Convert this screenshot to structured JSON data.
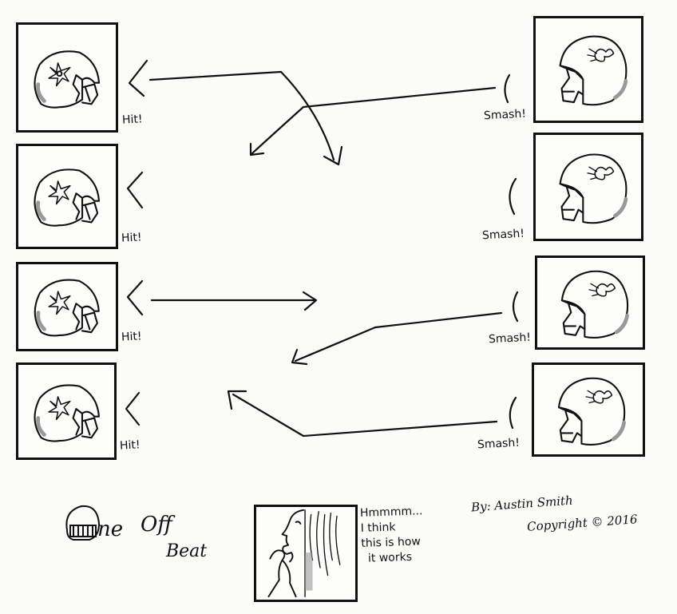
{
  "left_panels": [
    {
      "label": "Hit!",
      "icon": "star-helmet-icon"
    },
    {
      "label": "Hit!",
      "icon": "star-helmet-icon"
    },
    {
      "label": "Hit!",
      "icon": "star-helmet-icon"
    },
    {
      "label": "Hit!",
      "icon": "star-helmet-icon"
    }
  ],
  "right_panels": [
    {
      "label": "Smash!",
      "icon": "bird-helmet-icon"
    },
    {
      "label": "Smash!",
      "icon": "bird-helmet-icon"
    },
    {
      "label": "Smash!",
      "icon": "bird-helmet-icon"
    },
    {
      "label": "Smash!",
      "icon": "bird-helmet-icon"
    }
  ],
  "logo": {
    "word1": "ne",
    "word2": "Off",
    "word3": "Beat",
    "icon": "helmet-o-logo-icon"
  },
  "thought": {
    "lines": [
      "Hmmmm...",
      "I think",
      "this is how",
      "it works"
    ],
    "icon": "thinking-man-icon"
  },
  "credit": {
    "byline": "By: Austin Smith",
    "copyright": "Copyright © 2016"
  },
  "colors": {
    "ink": "#111111",
    "paper": "#fbfbfa",
    "shade": "#9a9a9a"
  }
}
